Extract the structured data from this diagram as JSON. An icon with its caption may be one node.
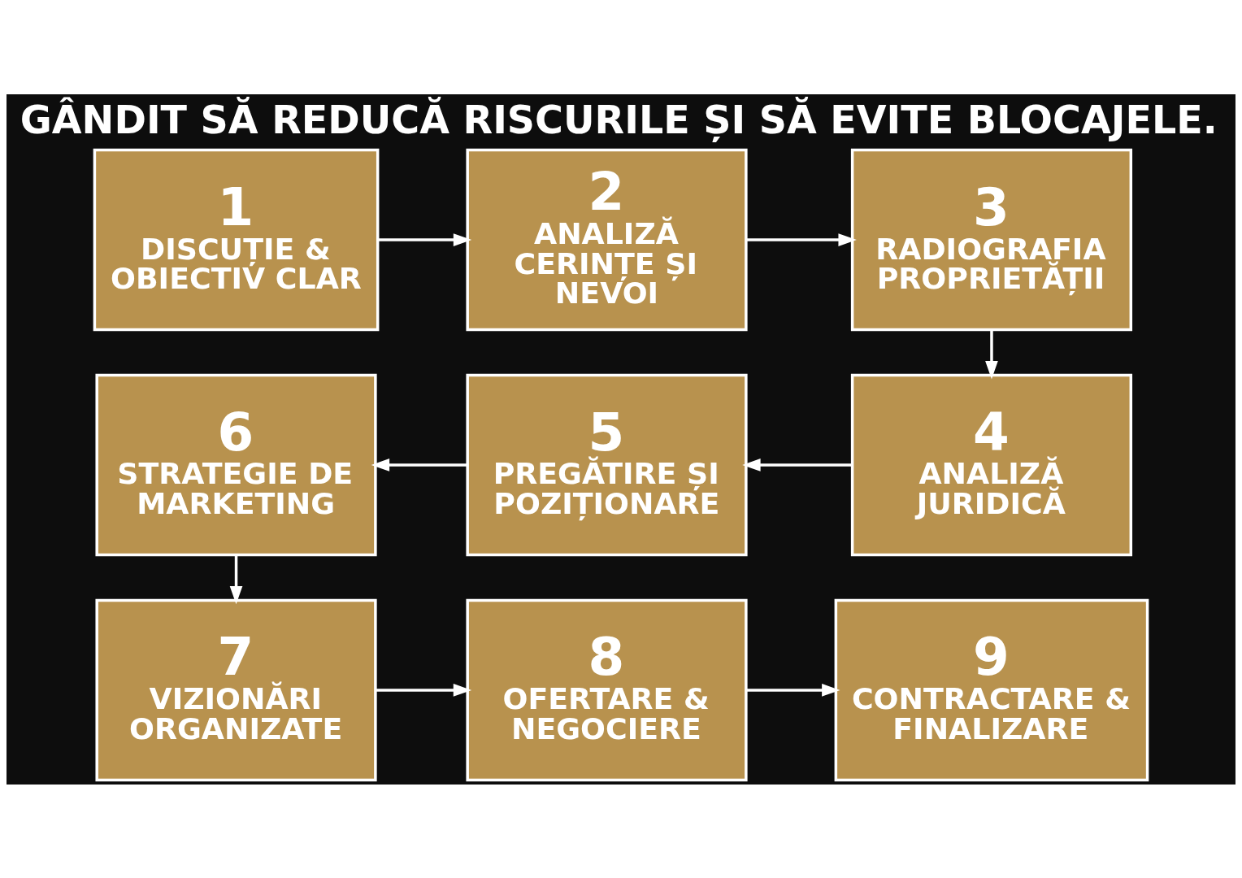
{
  "diagram": {
    "title": "GÂNDIT SĂ REDUCĂ RISCURILE ȘI SĂ EVITE BLOCAJELE.",
    "nodes": [
      {
        "text": [
          "1",
          "DISCUȚIE & OBIECTIV CLAR"
        ]
      },
      {
        "text": [
          "2",
          "ANALIZĂ CERINȚE ȘI NEVOI"
        ]
      },
      {
        "text": [
          "3",
          "RADIOGRAFIA PROPRIETĂȚII"
        ]
      },
      {
        "text": [
          "4",
          "ANALIZĂ JURIDICĂ"
        ]
      },
      {
        "text": [
          "5",
          "PREGĂTIRE ȘI POZIȚIONARE"
        ]
      },
      {
        "text": [
          "6",
          "STRATEGIE DE MARKETING"
        ]
      },
      {
        "text": [
          "7",
          "VIZIONĂRI ORGANIZATE"
        ]
      },
      {
        "text": [
          "8",
          "OFERTARE & NEGOCIERE"
        ]
      },
      {
        "text": [
          "9",
          "CONTRACTARE & FINALIZARE"
        ]
      }
    ],
    "edges": [
      {
        "from": 0,
        "to": 1,
        "arrow": "to"
      },
      {
        "from": 1,
        "to": 2,
        "arrow": "to"
      },
      {
        "from": 2,
        "to": 3,
        "arrow": "to"
      },
      {
        "from": 3,
        "to": 4,
        "arrow": "to"
      },
      {
        "from": 4,
        "to": 5,
        "arrow": "to"
      },
      {
        "from": 5,
        "to": 6,
        "arrow": "to"
      },
      {
        "from": 6,
        "to": 7,
        "arrow": "to"
      },
      {
        "from": 7,
        "to": 8,
        "arrow": "to"
      }
    ]
  }
}
